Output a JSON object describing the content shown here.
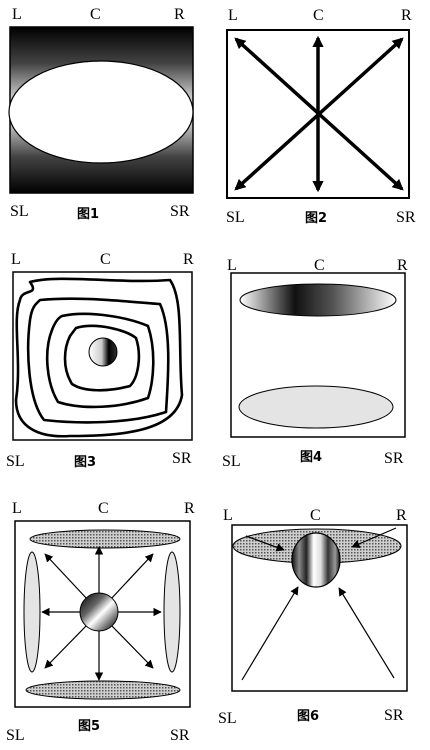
{
  "speaker_labels": {
    "left": "L",
    "center": "C",
    "right": "R",
    "surround_left": "SL",
    "surround_right": "SR"
  },
  "figures": [
    {
      "caption": "图1"
    },
    {
      "caption": "图2"
    },
    {
      "caption": "图3"
    },
    {
      "caption": "图4"
    },
    {
      "caption": "图5"
    },
    {
      "caption": "图6"
    }
  ],
  "colors": {
    "ink": "#000000",
    "paper": "#ffffff",
    "light_fill": "#e4e4e4",
    "dot_fill": "#9a9a9a"
  }
}
